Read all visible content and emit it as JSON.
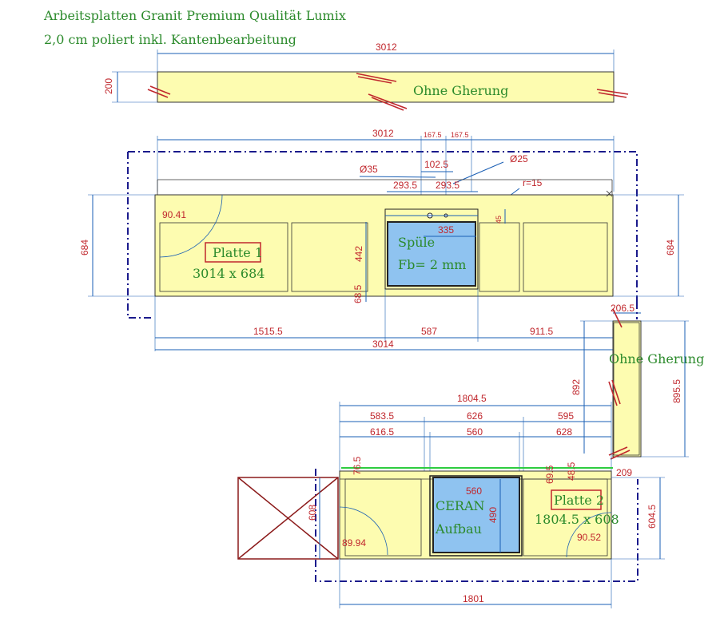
{
  "header": {
    "line1": "Arbeitsplatten Granit Premium Qualität Lumix",
    "line2": "2,0 cm poliert inkl. Kantenbearbeitung"
  },
  "strip_top": {
    "width": "3012",
    "height": "200",
    "label": "Ohne Gherung"
  },
  "plate1": {
    "top_width": "3012",
    "dim_167_left": "167.5",
    "dim_167_right": "167.5",
    "hole_left": "Ø35",
    "hole_right": "Ø25",
    "dim_102": "102.5",
    "dim_293_left": "293.5",
    "dim_293_right": "293.5",
    "radius": "r=15",
    "dim_45": "45",
    "dim_335": "335",
    "dim_442": "442",
    "dim_68": "68.5",
    "angle": "90.41",
    "name": "Platte 1",
    "size": "3014 x 684",
    "left_depth": "684",
    "right_depth": "684",
    "sink_label1": "Spüle",
    "sink_label2": "Fb= 2 mm",
    "bottom_1515": "1515.5",
    "bottom_587": "587",
    "bottom_911": "911.5",
    "bottom_total": "3014"
  },
  "strip_side": {
    "dim_206": "206.5",
    "label": "Ohne Gherung",
    "dim_892": "892",
    "dim_895": "895.5"
  },
  "plate2": {
    "dim_1804": "1804.5",
    "dim_583": "583.5",
    "dim_626": "626",
    "dim_595": "595",
    "dim_616": "616.5",
    "dim_560": "560",
    "dim_628": "628",
    "dim_765": "76.5",
    "dim_695": "69.5",
    "dim_485": "48.5",
    "dim_209": "209",
    "dim_608": "608",
    "dim_560_inner": "560",
    "dim_490": "490",
    "hob_label1": "CERAN",
    "hob_label2": "Aufbau",
    "angle_left": "89.94",
    "name": "Platte 2",
    "size": "1804.5 x 608",
    "angle_right": "90.52",
    "dim_604": "604.5",
    "bottom_total": "1801"
  }
}
